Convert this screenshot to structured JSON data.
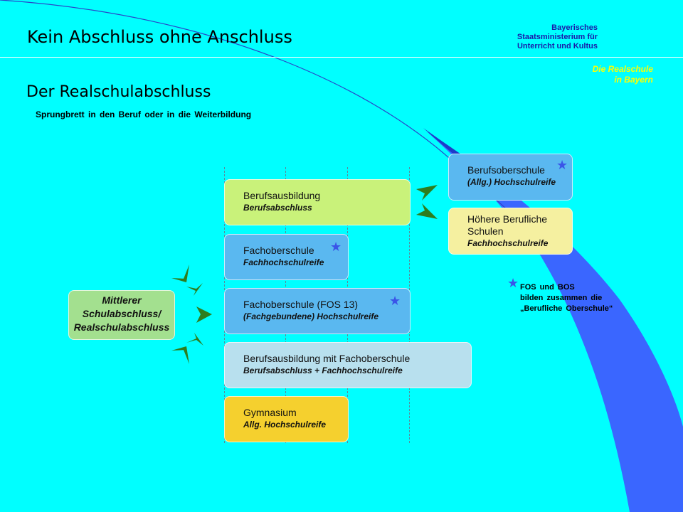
{
  "header": {
    "title": "Kein Abschluss ohne Anschluss",
    "ministry_lines": [
      "Bayerisches",
      "Staatsministerium für",
      "Unterricht und Kultus"
    ],
    "realschule_lines": [
      "Die Realschule",
      "in Bayern"
    ]
  },
  "section": {
    "title": "Der Realschulabschluss",
    "subtitle": "Sprungbrett   in den Beruf  oder in die Weiterbildung"
  },
  "start_box": {
    "lines": [
      "Mittlerer",
      "Schulabschluss/",
      "Realschulabschluss"
    ]
  },
  "boxes": [
    {
      "id": "berufsausbildung",
      "line1": "Berufsausbildung",
      "line2": "Berufsabschluss",
      "star": false,
      "color": "#c9f27a"
    },
    {
      "id": "fachoberschule",
      "line1": "Fachoberschule",
      "line2": "Fachhochschulreife",
      "star": true,
      "color": "#5ab8f0"
    },
    {
      "id": "fos13",
      "line1": "Fachoberschule (FOS 13)",
      "line2": "(Fachgebundene) Hochschulreife",
      "star": true,
      "color": "#5ab8f0"
    },
    {
      "id": "berufsausbildung-fos",
      "line1": "Berufsausbildung mit Fachoberschule",
      "line2": "Berufsabschluss + Fachhochschulreife",
      "star": false,
      "color": "#b8e0ee"
    },
    {
      "id": "gymnasium",
      "line1": "Gymnasium",
      "line2": "Allg. Hochschulreife",
      "star": false,
      "color": "#f5d02e"
    },
    {
      "id": "berufsoberschule",
      "line1": "Berufsoberschule",
      "line2": "(Allg.) Hochschulreife",
      "star": true,
      "color": "#5ab8f0"
    },
    {
      "id": "hoehere-berufliche",
      "line1": "Höhere Berufliche Schulen",
      "line2": "Fachhochschulreife",
      "star": false,
      "color": "#f5f0a0"
    }
  ],
  "note": {
    "lines": [
      "FOS  und  BOS",
      "bilden  zusammen  die",
      "„Berufliche  Oberschule“"
    ]
  },
  "colors": {
    "background": "#00ffff",
    "swoosh": "#3a66ff",
    "arrow": "#2e7d1e",
    "star": "#3a55e8"
  }
}
